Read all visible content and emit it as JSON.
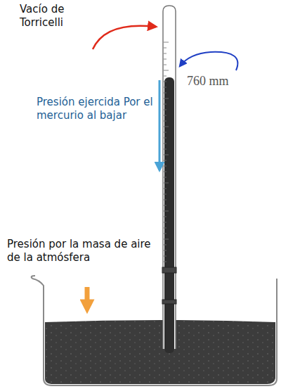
{
  "diagram": {
    "labels": [
      "Vacío de Torricelli",
      "760 mm",
      "Presión ejercida Por el mercurio al bajar",
      "Presión por la masa de aire de la atmósfera"
    ]
  }
}
